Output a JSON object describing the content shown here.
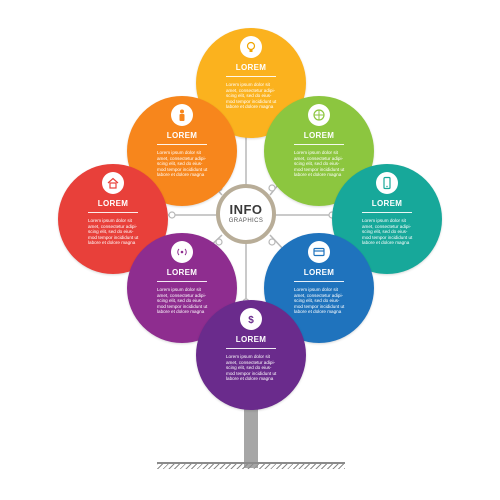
{
  "center": {
    "title": "INFO",
    "subtitle": "GRAPHICS",
    "ring_color": "#b8ad98"
  },
  "nodes": [
    {
      "id": "top",
      "title": "LOREM",
      "icon": "lightbulb-icon",
      "color": "#fbb21e",
      "desc": [
        "Lorem ipsum dolor sit",
        "amet, consectetur adipi-",
        "scing elit, sed do eius-",
        "mod tempor incididunt ut",
        "labore et dolore magna"
      ]
    },
    {
      "id": "upper-left",
      "title": "LOREM",
      "icon": "person-icon",
      "color": "#f7861c",
      "desc": [
        "Lorem ipsum dolor sit",
        "amet, consectetur adipi-",
        "scing elit, sed do eius-",
        "mod tempor incididunt ut",
        "labore et dolore magna"
      ]
    },
    {
      "id": "upper-right",
      "title": "LOREM",
      "icon": "basketball-icon",
      "color": "#8cc63f",
      "desc": [
        "Lorem ipsum dolor sit",
        "amet, consectetur adipi-",
        "scing elit, sed do eius-",
        "mod tempor incididunt ut",
        "labore et dolore magna"
      ]
    },
    {
      "id": "left",
      "title": "LOREM",
      "icon": "house-icon",
      "color": "#e8403a",
      "desc": [
        "Lorem ipsum dolor sit",
        "amet, consectetur adipi-",
        "scing elit, sed do eius-",
        "mod tempor incididunt ut",
        "labore et dolore magna"
      ]
    },
    {
      "id": "right",
      "title": "LOREM",
      "icon": "smartphone-icon",
      "color": "#17a89a",
      "desc": [
        "Lorem ipsum dolor sit",
        "amet, consectetur adipi-",
        "scing elit, sed do eius-",
        "mod tempor incididunt ut",
        "labore et dolore magna"
      ]
    },
    {
      "id": "lower-left",
      "title": "LOREM",
      "icon": "wireless-icon",
      "color": "#8e2d8f",
      "desc": [
        "Lorem ipsum dolor sit",
        "amet, consectetur adipi-",
        "scing elit, sed do eius-",
        "mod tempor incididunt ut",
        "labore et dolore magna"
      ]
    },
    {
      "id": "lower-right",
      "title": "LOREM",
      "icon": "credit-card-icon",
      "color": "#1f73bd",
      "desc": [
        "Lorem ipsum dolor sit",
        "amet, consectetur adipi-",
        "scing elit, sed do eius-",
        "mod tempor incididunt ut",
        "labore et dolore magna"
      ]
    },
    {
      "id": "bottom",
      "title": "LOREM",
      "icon": "dollar-icon",
      "color": "#6a2b8c",
      "desc": [
        "Lorem ipsum dolor sit",
        "amet, consectetur adipi-",
        "scing elit, sed do eius-",
        "mod tempor incididunt ut",
        "labore et dolore magna"
      ]
    }
  ],
  "trunk_color": "#a6a6a6"
}
